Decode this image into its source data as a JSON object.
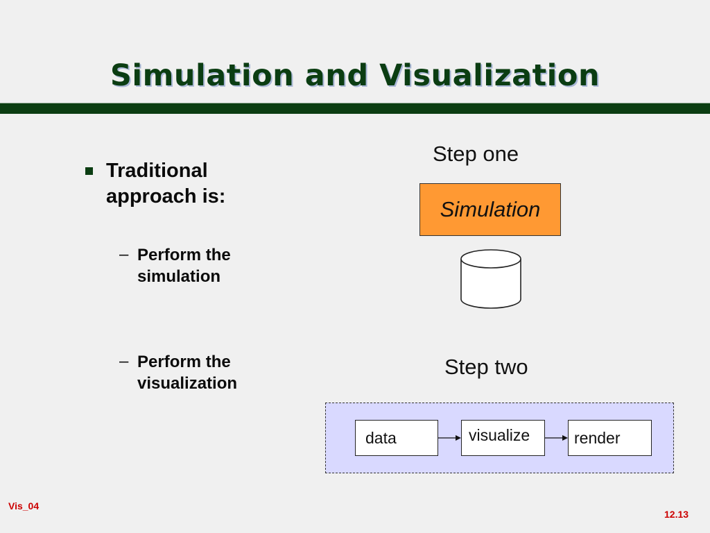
{
  "slide": {
    "title": "Simulation and Visualization",
    "bullet": "Traditional approach is:",
    "subbullets": [
      "Perform the simulation",
      "Perform the visualization"
    ],
    "dash": "–"
  },
  "diagram": {
    "step_one_label": "Step one",
    "simulation_label": "Simulation",
    "step_two_label": "Step two",
    "pipeline": [
      "data",
      "visualize",
      "render"
    ]
  },
  "footer": {
    "left": "Vis_04",
    "right": "12.13"
  },
  "colors": {
    "title": "#0b3d12",
    "simulation_box": "#ff9933",
    "pipeline_bg": "#d9d9ff",
    "footer": "#cc0000"
  }
}
